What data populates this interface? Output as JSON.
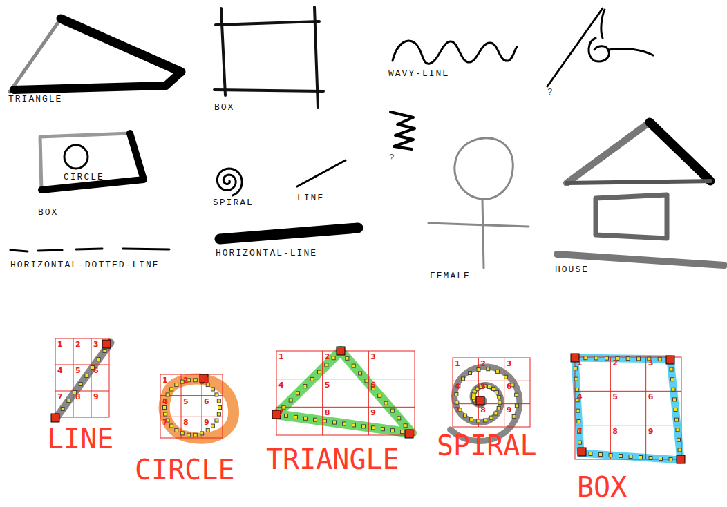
{
  "diagram": {
    "labels": [
      "TRIANGLE",
      "BOX",
      "WAVY-LINE",
      "?",
      "?",
      "CIRCLE",
      "SPIRAL",
      "LINE",
      "BOX",
      "HORIZONTAL-LINE",
      "HORIZONTAL-DOTTED-LINE",
      "FEMALE",
      "HOUSE",
      "1",
      "2",
      "3",
      "4",
      "5",
      "6",
      "7",
      "8",
      "9",
      "LINE",
      "1",
      "2",
      "3",
      "4",
      "5",
      "6",
      "7",
      "8",
      "9",
      "CIRCLE",
      "1",
      "2",
      "3",
      "4",
      "5",
      "6",
      "7",
      "8",
      "9",
      "TRIANGLE",
      "1",
      "2",
      "3",
      "4",
      "5",
      "6",
      "7",
      "8",
      "9",
      "SPIRAL",
      "1",
      "2",
      "3",
      "4",
      "5",
      "6",
      "7",
      "8",
      "9",
      "BOX"
    ]
  }
}
